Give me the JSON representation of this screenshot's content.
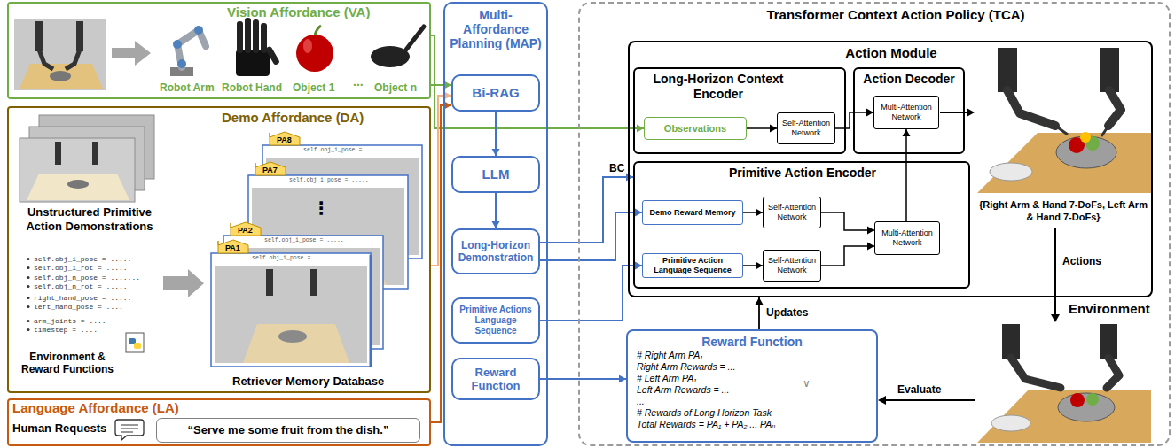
{
  "diagram": {
    "nodes": [
      {
        "text": [
          "Vision Affordance (VA)"
        ]
      },
      {
        "text": [
          "Demo Affordance (DA)"
        ]
      },
      {
        "text": [
          "Language Affordance (LA)"
        ]
      },
      {
        "text": [
          "“Serve me some fruit from the dish.”"
        ],
        "in": 2
      },
      {
        "text": [
          "Multi-Affordance Planning (MAP)"
        ]
      },
      {
        "text": [
          "Bi-RAG"
        ],
        "in": 4
      },
      {
        "text": [
          "LLM"
        ],
        "in": 4
      },
      {
        "text": [
          "Long-Horizon Demonstration"
        ],
        "in": 4
      },
      {
        "text": [
          "Primitive Actions Language Sequence"
        ],
        "in": 4
      },
      {
        "text": [
          "Reward Function"
        ],
        "in": 4
      },
      {
        "text": [
          "Transformer Context Action Policy (TCA)"
        ]
      },
      {
        "text": [
          "Action Module"
        ],
        "in": 10
      },
      {
        "text": [
          "Long-Horizon Context Encoder"
        ],
        "in": 11
      },
      {
        "text": [
          "Observations"
        ],
        "in": 12
      },
      {
        "text": [
          "Self-Attention Network"
        ],
        "in": 12
      },
      {
        "text": [
          "Action Decoder"
        ],
        "in": 11
      },
      {
        "text": [
          "Multi-Attention Network"
        ],
        "in": 15
      },
      {
        "text": [
          "Primitive Action Encoder"
        ],
        "in": 11
      },
      {
        "text": [
          "Demo Reward Memory"
        ],
        "in": 17
      },
      {
        "text": [
          "Self-Attention Network"
        ],
        "in": 17
      },
      {
        "text": [
          "Primitive Action Language Sequence"
        ],
        "in": 17
      },
      {
        "text": [
          "Self-Attention Network"
        ],
        "in": 17
      },
      {
        "text": [
          "Multi-Attention Network"
        ],
        "in": 17
      },
      {
        "text": [
          "Reward Function",
          "# Right Arm PA₁",
          "Right Arm Rewards = ...",
          "# Left Arm PA₁",
          "Left Arm Rewards = ...",
          "...",
          "# Rewards of Long Horizon Task",
          "Total Rewards = PA₁ + PA₂ ... PAₙ"
        ],
        "in": 10
      }
    ],
    "edges": [
      {
        "from": 0,
        "to": 5,
        "arrow": "to"
      },
      {
        "from": 0,
        "to": 13,
        "arrow": "to"
      },
      {
        "from": 1,
        "to": 5,
        "arrow": "to"
      },
      {
        "from": 2,
        "to": 5,
        "arrow": "to"
      },
      {
        "from": 5,
        "to": 6,
        "arrow": "to"
      },
      {
        "from": 6,
        "to": 7,
        "arrow": "to"
      },
      {
        "from": 7,
        "to": 17,
        "label": "BC",
        "arrow": "to"
      },
      {
        "from": 7,
        "to": 18,
        "arrow": "to"
      },
      {
        "from": 8,
        "to": 20,
        "arrow": "to"
      },
      {
        "from": 9,
        "to": 23,
        "arrow": "to"
      },
      {
        "from": 13,
        "to": 14,
        "arrow": "to"
      },
      {
        "from": 14,
        "to": 16,
        "arrow": "to"
      },
      {
        "from": 18,
        "to": 19,
        "arrow": "to"
      },
      {
        "from": 20,
        "to": 21,
        "arrow": "to"
      },
      {
        "from": 19,
        "to": 22,
        "arrow": "to"
      },
      {
        "from": 21,
        "to": 22,
        "arrow": "to"
      },
      {
        "from": 22,
        "to": 16,
        "arrow": "to"
      },
      {
        "from": 23,
        "to": 11,
        "label": "Updates",
        "arrow": "to"
      }
    ],
    "labels": [
      "Robot Arm",
      "Robot Hand",
      "Object 1",
      "...",
      "Object n",
      "Unstructured Primitive Action Demonstrations",
      "self.obj_i_pose = .....",
      "self.obj_i_rot = .....",
      "self.obj_n_pose = .......",
      "self.obj_n_rot = .....",
      "right_hand_pose = .....",
      "left_hand_pose = ....",
      "arm_joints = ....",
      "timestep = ....",
      "Environment & Reward Functions",
      "PA8",
      "self.obj_i_pose = .....",
      "PA7",
      "self.obj_i_pose = .....",
      "⋮",
      "PA2",
      "self.obj_i_pose = .....",
      "PA1",
      "self.obj_i_pose = .....",
      "Retriever Memory Database",
      "Human Requests",
      "{Right Arm & Hand 7-DoFs, Left Arm & Hand 7-DoFs}",
      "Actions",
      "Environment",
      "Evaluate",
      "∨"
    ]
  }
}
